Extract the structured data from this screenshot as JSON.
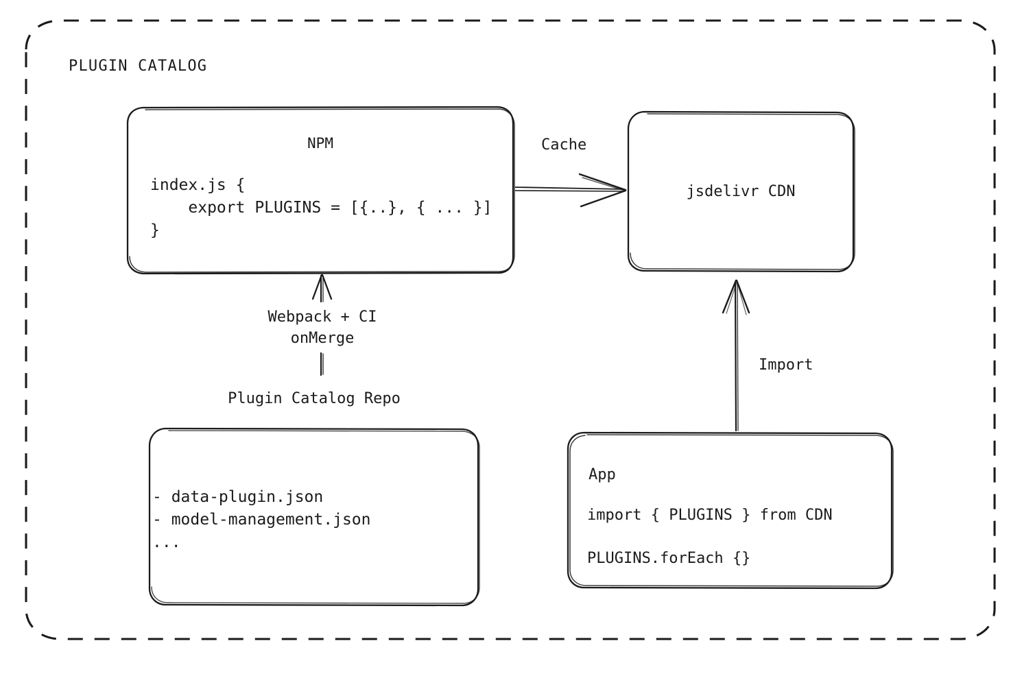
{
  "diagram": {
    "title": "PLUGIN CATALOG",
    "style": {
      "stroke_color": "#1b1b1b",
      "background": "#ffffff",
      "container_border": "dashed"
    },
    "nodes": {
      "npm": {
        "name": "NPM",
        "title": "NPM",
        "code_lines": "index.js {\n    export PLUGINS = [{..}, { ... }]\n}"
      },
      "cdn": {
        "name": "jsdelivr CDN",
        "title": "jsdelivr CDN"
      },
      "repo": {
        "name": "Plugin Catalog Repo",
        "caption": "Plugin Catalog Repo",
        "file_lines": "- data-plugin.json\n- model-management.json\n..."
      },
      "app": {
        "name": "App",
        "title": "App",
        "code_line_1": "import { PLUGINS } from CDN",
        "code_line_2": "PLUGINS.forEach {}"
      }
    },
    "edges": {
      "npm_to_cdn": {
        "label": "Cache",
        "from": "NPM",
        "to": "jsdelivr CDN",
        "direction": "right"
      },
      "repo_to_npm": {
        "label": "Webpack + CI\nonMerge",
        "from": "Plugin Catalog Repo",
        "to": "NPM",
        "direction": "up"
      },
      "app_to_cdn": {
        "label": "Import",
        "from": "App",
        "to": "jsdelivr CDN",
        "direction": "up"
      }
    }
  }
}
